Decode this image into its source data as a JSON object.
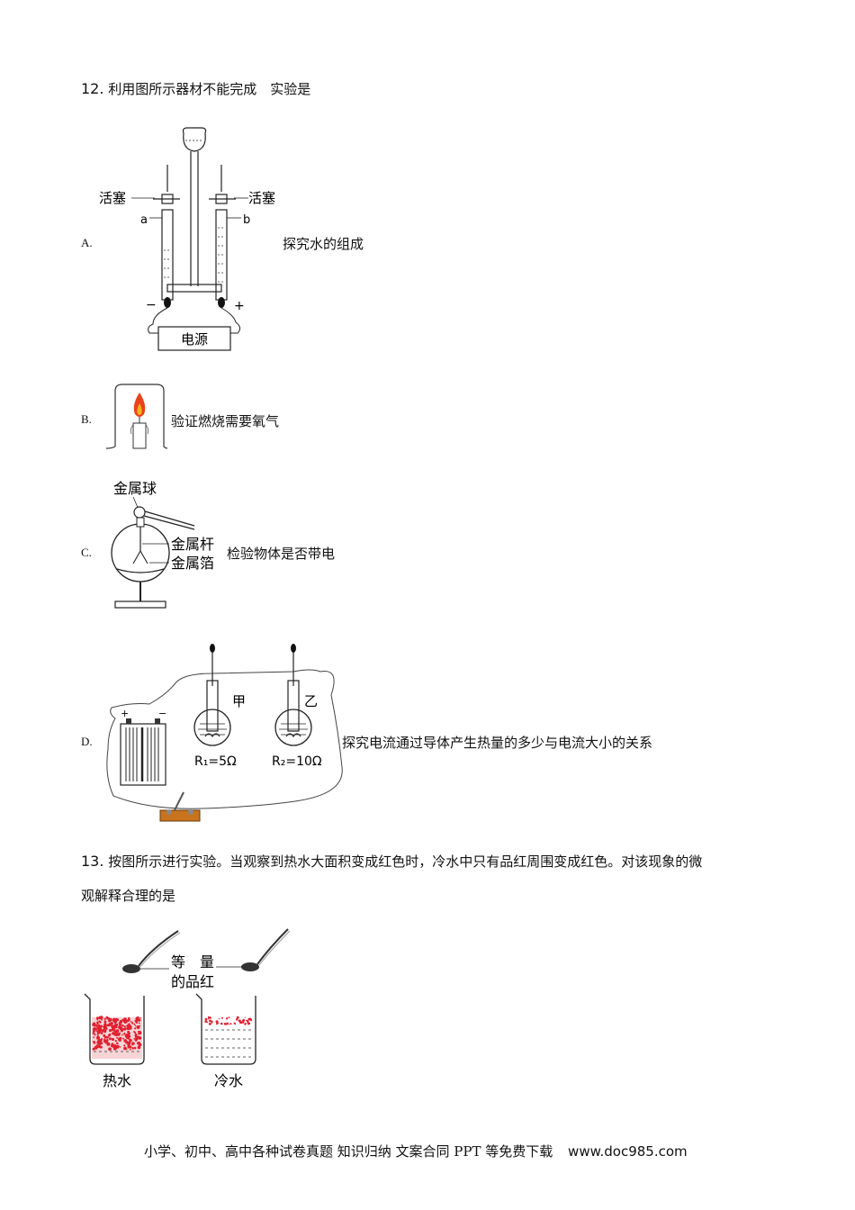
{
  "q12": {
    "number": "12.",
    "stem": "利用图所示器材不能完成　实验是",
    "options": [
      {
        "letter": "A.",
        "text": "探究水的组成"
      },
      {
        "letter": "B.",
        "text": "验证燃烧需要氧气"
      },
      {
        "letter": "C.",
        "text": "检验物体是否带电"
      },
      {
        "letter": "D.",
        "text": "探究电流通过导体产生热量的多少与电流大小的关系"
      }
    ],
    "figA": {
      "stopcock_left": "活塞",
      "stopcock_right": "活塞",
      "tube_a": "a",
      "tube_b": "b",
      "minus": "−",
      "plus": "+",
      "power": "电源"
    },
    "figC": {
      "ball": "金属球",
      "rod": "金属杆",
      "foil": "金属箔"
    },
    "figD": {
      "flask1": "甲",
      "flask2": "乙",
      "r1": "R₁=5Ω",
      "r2": "R₂=10Ω",
      "bat_plus": "+",
      "bat_minus": "−"
    }
  },
  "q13": {
    "number": "13.",
    "line1": "按图所示进行实验。当观察到热水大面积变成红色时，冷水中只有品红周围变成红色。对该现象的微",
    "line2": "观解释合理的是",
    "fig": {
      "label_top": "等　量",
      "label_bottom": "的品红",
      "hot": "热水",
      "cold": "冷水"
    }
  },
  "footer": {
    "text": "小学、初中、高中各种试卷真题 知识归纳 文案合同 PPT 等免费下载",
    "site": "www.doc985.com"
  },
  "colors": {
    "flame": "#e8431c",
    "dye": "#e02030",
    "switch": "#c8741e"
  }
}
